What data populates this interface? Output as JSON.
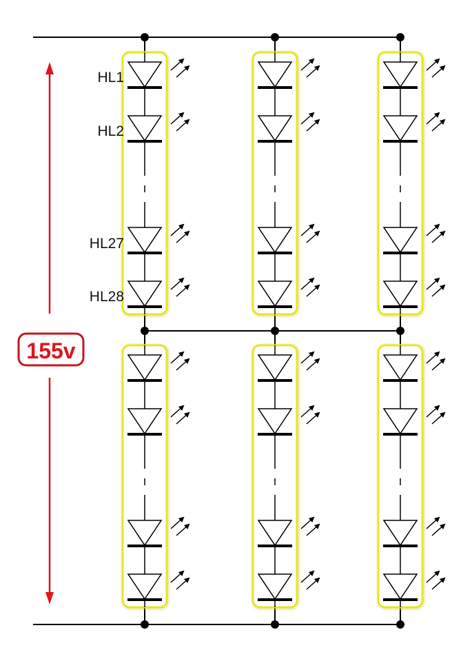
{
  "diagram": {
    "title": "LED string array",
    "voltage_label": "155v",
    "led_labels": [
      "HL1",
      "HL2",
      "HL27",
      "HL28"
    ],
    "columns": 3,
    "groups": 2,
    "leds_per_string_shown": 4,
    "colors": {
      "wire": "#000000",
      "highlight": "#e6e62a",
      "voltage": "#e0141b"
    }
  }
}
